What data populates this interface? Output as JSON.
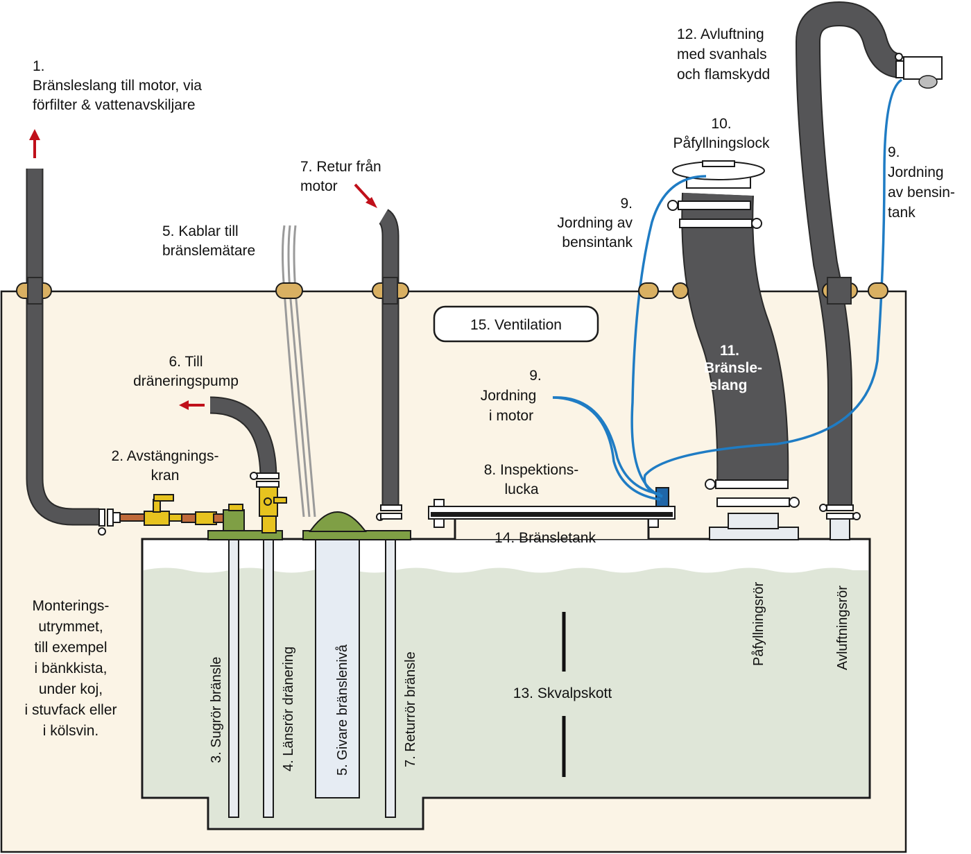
{
  "colors": {
    "compartment": "#fbf4e6",
    "fuel": "#dfe6d8",
    "hose": "#555557",
    "hose_edge": "#2a2a2a",
    "ground_wire": "#1f7cc4",
    "fitting_green": "#7f9f45",
    "valve_brass": "#e7c31f",
    "grommet": "#d9b062",
    "arrow_red": "#c0101a",
    "pipe": "#e8ecf0",
    "outline": "#1a1a1a"
  },
  "labels": {
    "l1": [
      "1.",
      "Bränsleslang till motor, via",
      "förfilter & vattenavskiljare"
    ],
    "l2": [
      "2. Avstängnings-",
      "kran"
    ],
    "l3": "3. Sugrör bränsle",
    "l4": "4. Länsrör dränering",
    "l5_cables": [
      "5. Kablar till",
      "bränslemätare"
    ],
    "l5_sensor": "5. Givare bränslenivå",
    "l6": [
      "6. Till",
      "dräneringspump"
    ],
    "l7_return": [
      "7. Retur från",
      "motor"
    ],
    "l7_pipe": "7. Returrör bränsle",
    "l8": [
      "8. Inspektions-",
      "lucka"
    ],
    "l9_left": [
      "9.",
      "Jordning av",
      "bensintank"
    ],
    "l9_right": [
      "9.",
      "Jordning",
      "av bensin-",
      "tank"
    ],
    "l9_motor": [
      "9.",
      "Jordning",
      "i motor"
    ],
    "l10": [
      "10.",
      "Påfyllningslock"
    ],
    "l11": [
      "11.",
      "Bränsle-",
      "slang"
    ],
    "l12": [
      "12. Avluftning",
      "med svanhals",
      "och flamskydd"
    ],
    "l13": "13. Skvalpskott",
    "l14": "14. Bränsletank",
    "l15": "15. Ventilation",
    "fill_pipe": "Påfyllningsrör",
    "vent_pipe": "Avluftningsrör",
    "mount_space": [
      "Monterings-",
      "utrymmet,",
      "till exempel",
      "i bänkkista,",
      "under koj,",
      "i stuvfack eller",
      "i kölsvin."
    ]
  }
}
